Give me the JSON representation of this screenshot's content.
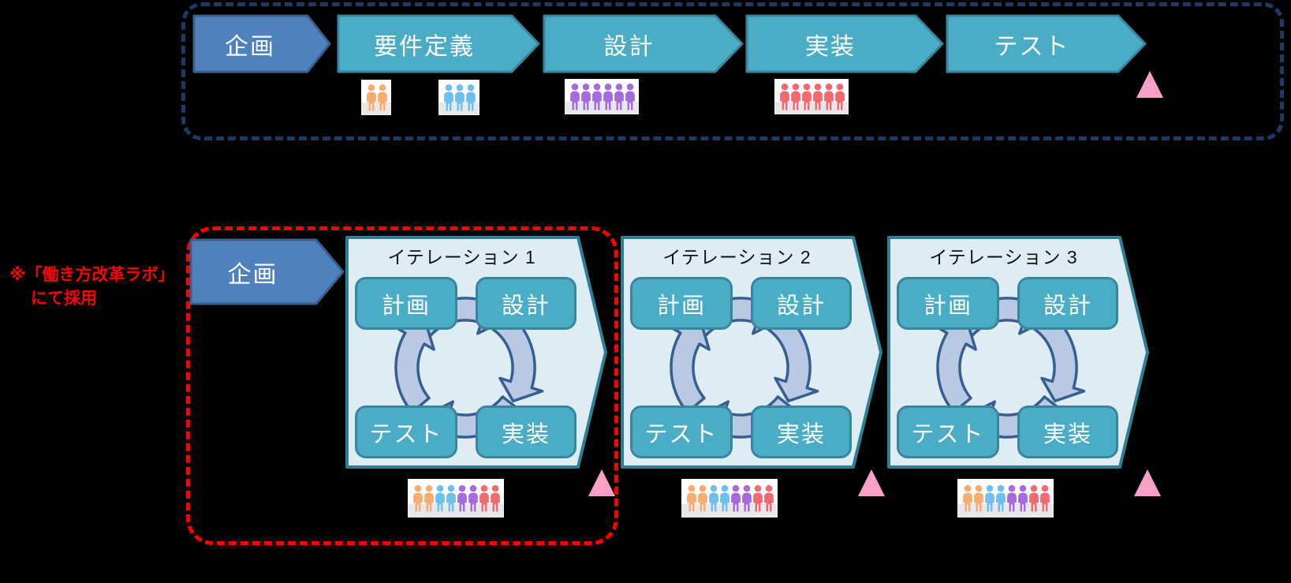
{
  "note": {
    "line1": "※「働き方改革ラボ」",
    "line2": "にて採用"
  },
  "waterfall": {
    "steps": [
      {
        "label": "企画"
      },
      {
        "label": "要件定義"
      },
      {
        "label": "設計"
      },
      {
        "label": "実装"
      },
      {
        "label": "テスト"
      }
    ]
  },
  "agile": {
    "planning_label": "企画",
    "iterations": [
      {
        "title": "イテレーション 1",
        "steps": {
          "plan": "計画",
          "design": "設計",
          "test": "テスト",
          "impl": "実装"
        }
      },
      {
        "title": "イテレーション 2",
        "steps": {
          "plan": "計画",
          "design": "設計",
          "test": "テスト",
          "impl": "実装"
        }
      },
      {
        "title": "イテレーション 3",
        "steps": {
          "plan": "計画",
          "design": "設計",
          "test": "テスト",
          "impl": "実装"
        }
      }
    ]
  },
  "people_groups": {
    "pair_orange": {
      "members": [
        "orange",
        "orange"
      ]
    },
    "trio_blue": {
      "members": [
        "blue",
        "blue",
        "blue"
      ]
    },
    "team_purple": {
      "members": [
        "purple",
        "purple",
        "purple",
        "purple",
        "purple",
        "purple"
      ]
    },
    "team_red": {
      "members": [
        "red",
        "red",
        "red",
        "red",
        "red",
        "red"
      ]
    },
    "team_mixed": {
      "members": [
        "orange",
        "orange",
        "blue",
        "blue",
        "purple",
        "purple",
        "red",
        "red"
      ]
    }
  },
  "person_colors": {
    "orange": "#F8AC6F",
    "blue": "#6BC0F0",
    "purple": "#A46BDE",
    "red": "#F4696F"
  },
  "icons": {
    "milestone": "pink-triangle",
    "team": "people-group"
  },
  "colors": {
    "bg": "#000000",
    "primary-blue": "#4F81BD",
    "primary-blue-border": "#3A5F8B",
    "teal": "#4BACC6",
    "teal-border": "#38869C",
    "panel-fill": "#DFECF3",
    "panel-border": "#2E7F95",
    "cycle-fill": "#B9C8E3",
    "cycle-border": "#365F91",
    "dash-navy": "#1F3864",
    "dash-red": "#FF0000",
    "milestone-pink": "#F9A0C9",
    "title-text": "#111111",
    "step-text": "#FFFFFF"
  }
}
